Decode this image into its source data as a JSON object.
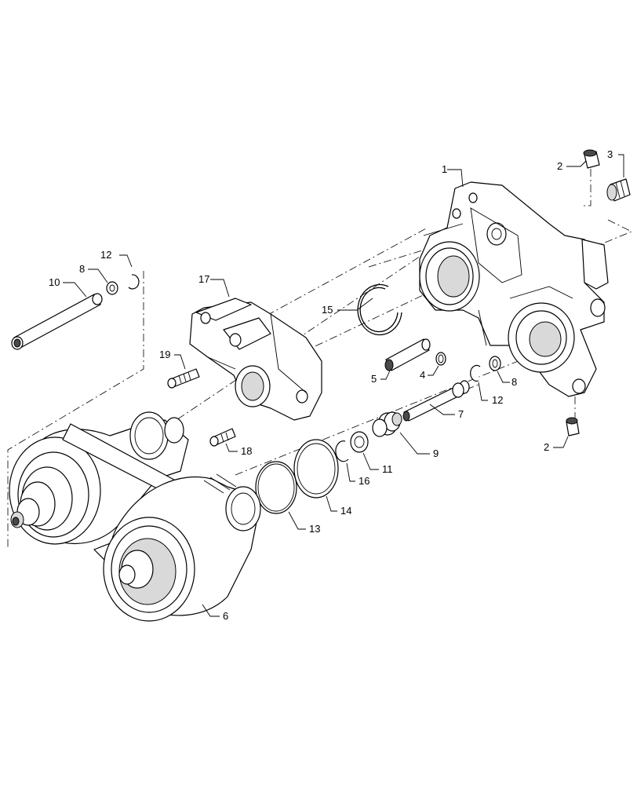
{
  "callouts": {
    "c1": "1",
    "c2a": "2",
    "c2b": "2",
    "c3": "3",
    "c4": "4",
    "c5": "5",
    "c6": "6",
    "c7": "7",
    "c8a": "8",
    "c8b": "8",
    "c9": "9",
    "c10": "10",
    "c11": "11",
    "c12a": "12",
    "c12b": "12",
    "c13": "13",
    "c14": "14",
    "c15": "15",
    "c16": "16",
    "c17": "17",
    "c18": "18",
    "c19": "19"
  }
}
